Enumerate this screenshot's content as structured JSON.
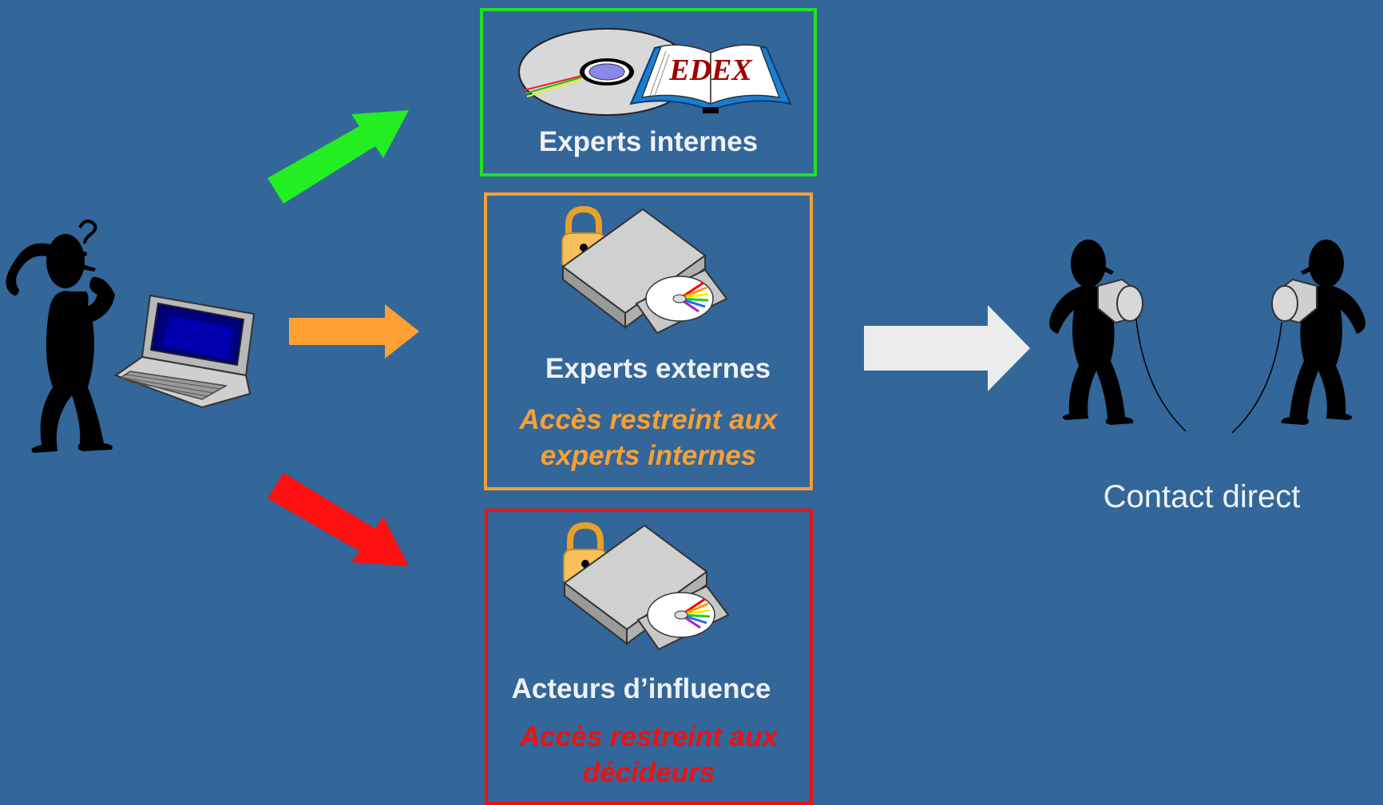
{
  "internal": {
    "title": "Experts internes",
    "book_text": "EDEX",
    "color": "#22e022"
  },
  "external": {
    "title": "Experts externes",
    "note_line1": "Accès restreint aux",
    "note_line2": "experts internes",
    "color": "#f7a035"
  },
  "influence": {
    "title": "Acteurs d’influence",
    "note_line1": "Accès restreint aux",
    "note_line2": "décideurs",
    "color": "#ee1111"
  },
  "contact": {
    "label": "Contact direct"
  },
  "icons": [
    "thinking-person-icon",
    "laptop-icon",
    "cd-icon",
    "book-icon",
    "padlock-icon",
    "cd-drive-icon",
    "tin-can-phone-icon"
  ]
}
